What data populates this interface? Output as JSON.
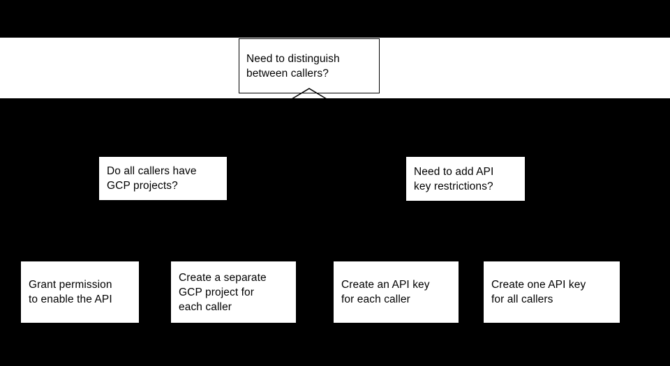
{
  "diagram": {
    "title": "API caller access decision flowchart",
    "background_color": "#000000",
    "node_fill_color": "#ffffff",
    "node_text_color": "#000000",
    "band_color": "#ffffff",
    "nodes": [
      {
        "id": "root",
        "label": "Need to distinguish\nbetween callers?",
        "shape": "rectangle-outlined",
        "row": 1
      },
      {
        "id": "gcp-projects",
        "label": "Do all callers have\nGCP projects?",
        "shape": "rectangle",
        "row": 2
      },
      {
        "id": "key-restrictions",
        "label": "Need to add API\nkey restrictions?",
        "shape": "rectangle",
        "row": 2
      },
      {
        "id": "grant-permission",
        "label": "Grant permission\nto enable the API",
        "shape": "rectangle",
        "row": 3
      },
      {
        "id": "separate-project",
        "label": "Create a separate\nGCP project for\neach caller",
        "shape": "rectangle",
        "row": 3
      },
      {
        "id": "key-each-caller",
        "label": "Create an API key\nfor each caller",
        "shape": "rectangle",
        "row": 3
      },
      {
        "id": "key-all-callers",
        "label": "Create one API key\nfor all callers",
        "shape": "rectangle",
        "row": 3
      }
    ],
    "connectors": [
      {
        "id": "root-down",
        "from": "root",
        "shape": "chevron-arrowhead",
        "color": "#000000"
      }
    ]
  }
}
